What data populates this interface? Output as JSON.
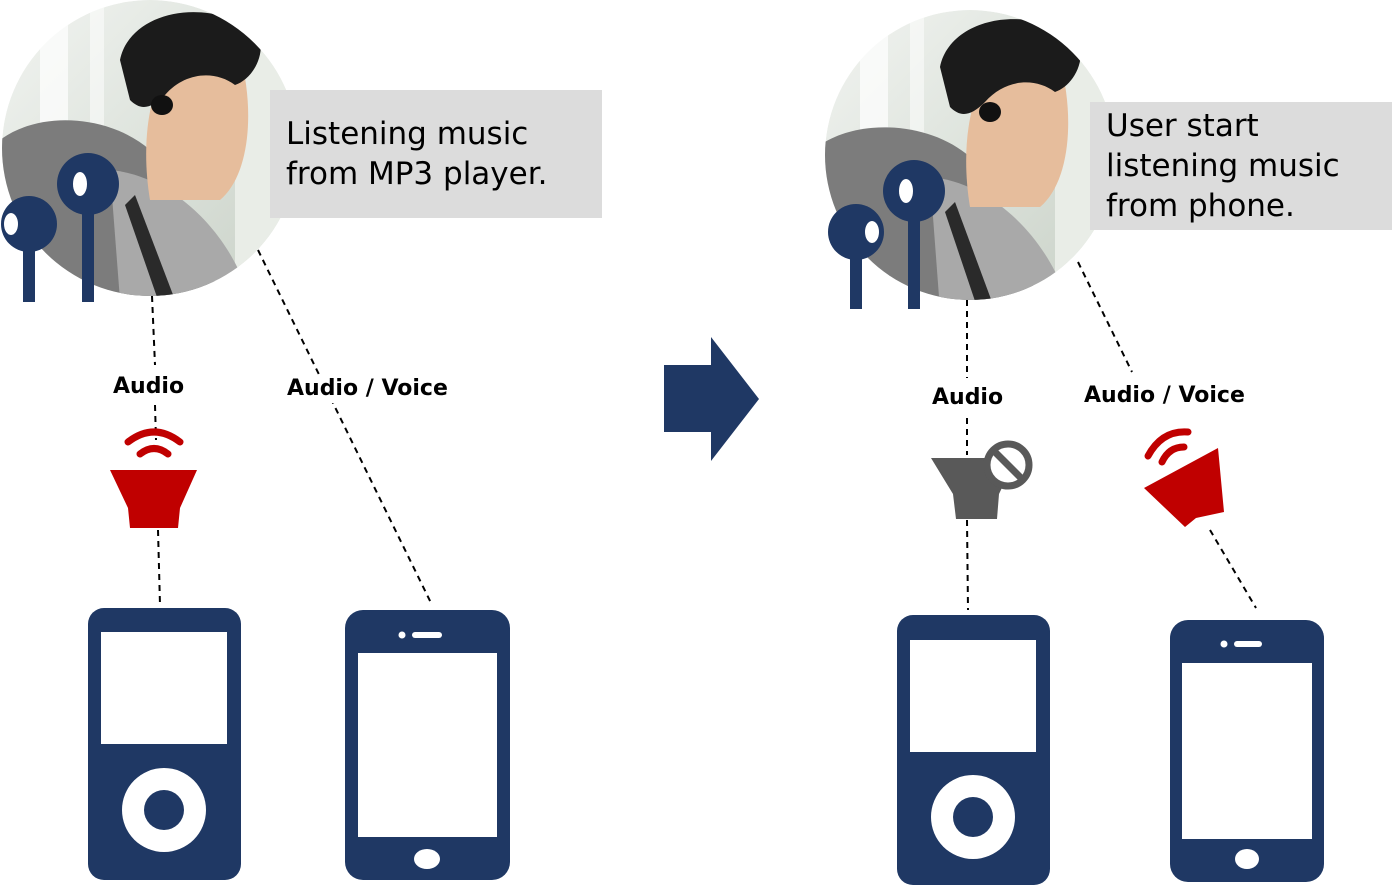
{
  "colors": {
    "navy": "#1f3864",
    "red": "#c00000",
    "gray": "#595959",
    "caption_bg": "#dcdcdc"
  },
  "left_scene": {
    "caption_lines": [
      "Listening music",
      "from MP3 player."
    ],
    "label_audio": "Audio",
    "label_audio_voice": "Audio / Voice",
    "speaker_state": "active",
    "devices": [
      "mp3-player-icon",
      "smartphone-icon"
    ]
  },
  "arrow": {
    "icon": "right-arrow-icon"
  },
  "right_scene": {
    "caption_lines": [
      "User start",
      "listening music",
      "from phone."
    ],
    "label_audio": "Audio",
    "label_audio_voice": "Audio / Voice",
    "mp3_speaker_state": "muted",
    "phone_speaker_state": "active",
    "devices": [
      "mp3-player-icon",
      "smartphone-icon"
    ]
  }
}
